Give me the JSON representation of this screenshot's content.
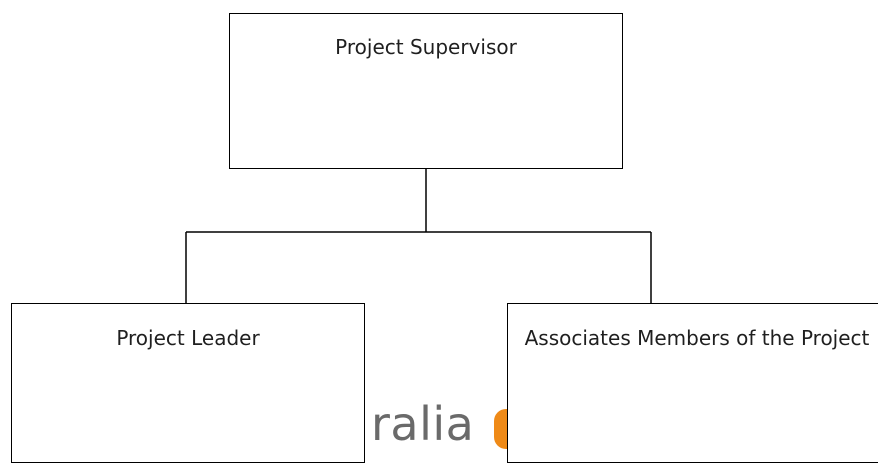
{
  "diagram": {
    "top_node": {
      "label": "Project Supervisor"
    },
    "children": [
      {
        "label": "Project Leader"
      },
      {
        "label": "Associates Members of the Project"
      }
    ]
  },
  "watermark": {
    "text": "ralia",
    "accent_color": "#ef8a17"
  }
}
